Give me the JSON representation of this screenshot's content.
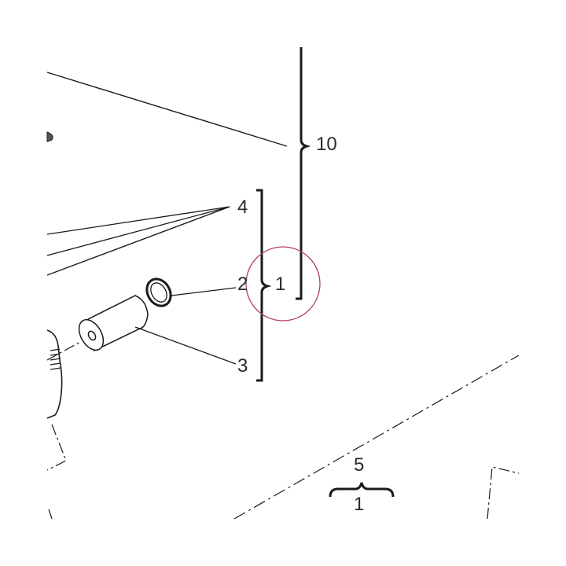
{
  "callouts": {
    "ten": "10",
    "four": "4",
    "two": "2",
    "one_group": "1",
    "three": "3",
    "five": "5",
    "one_bottom": "1"
  },
  "colors": {
    "line": "#1a1a1a",
    "highlight_circle": "#b0445a",
    "background": "#ffffff"
  }
}
